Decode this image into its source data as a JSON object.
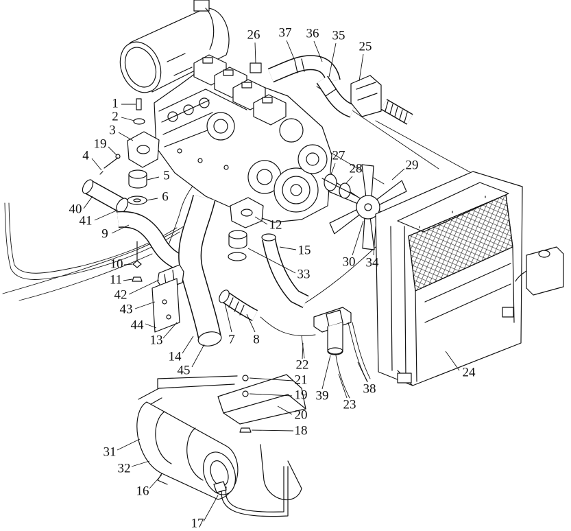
{
  "diagram": {
    "callouts": [
      "1",
      "2",
      "3",
      "19",
      "4",
      "5",
      "6",
      "40",
      "41",
      "9",
      "10",
      "11",
      "42",
      "43",
      "44",
      "13",
      "14",
      "45",
      "7",
      "8",
      "12",
      "15",
      "33",
      "30",
      "34",
      "27",
      "28",
      "29",
      "26",
      "37",
      "36",
      "35",
      "25",
      "22",
      "21",
      "19",
      "20",
      "18",
      "39",
      "23",
      "38",
      "24",
      "31",
      "32",
      "16",
      "17"
    ]
  }
}
